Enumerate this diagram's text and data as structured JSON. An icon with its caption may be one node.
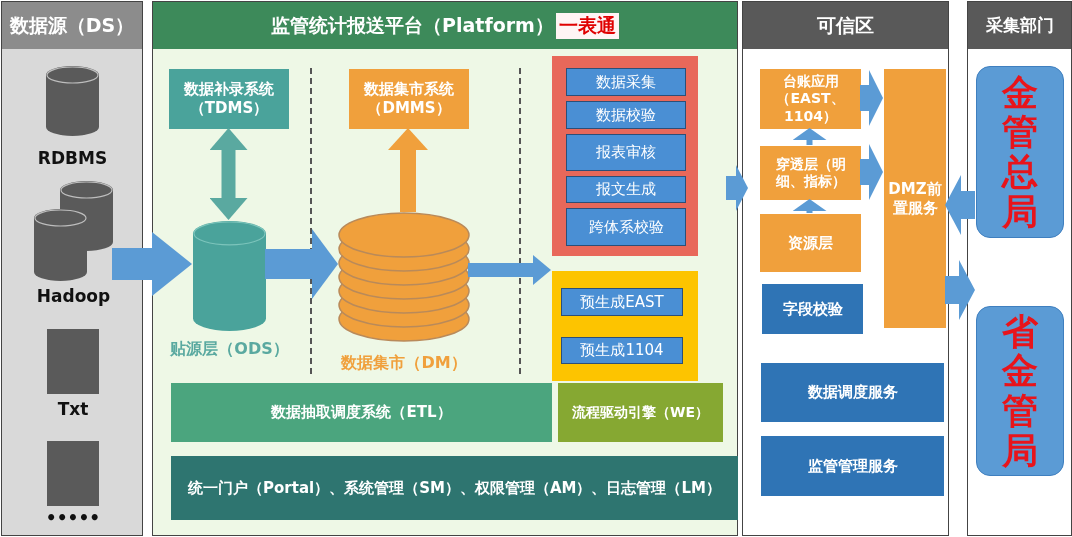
{
  "diagram": {
    "nodes": [
      {
        "text": [
          "数据源（DS）"
        ]
      },
      {
        "text": [
          "RDBMS"
        ],
        "in": 0
      },
      {
        "text": [
          "Hadoop"
        ],
        "in": 0
      },
      {
        "text": [
          "Txt"
        ],
        "in": 0
      },
      {
        "text": [
          "•••••"
        ],
        "in": 0
      },
      {
        "text": [
          "监管统计报送平台（Platform）",
          "一表通"
        ]
      },
      {
        "text": [
          "数据补录系统（TDMS）"
        ],
        "in": 5
      },
      {
        "text": [
          "贴源层（ODS）"
        ],
        "in": 5
      },
      {
        "text": [
          "数据集市系统（DMMS）"
        ],
        "in": 5
      },
      {
        "text": [
          "数据集市（DM）"
        ],
        "in": 5
      },
      {
        "text": [],
        "shape": "box",
        "in": 5
      },
      {
        "text": [
          "数据采集"
        ],
        "in": 10
      },
      {
        "text": [
          "数据校验"
        ],
        "in": 10
      },
      {
        "text": [
          "报表审核"
        ],
        "in": 10
      },
      {
        "text": [
          "报文生成"
        ],
        "in": 10
      },
      {
        "text": [
          "跨体系校验"
        ],
        "in": 10
      },
      {
        "text": [],
        "shape": "box",
        "in": 5
      },
      {
        "text": [
          "预生成EAST"
        ],
        "in": 16
      },
      {
        "text": [
          "预生成1104"
        ],
        "in": 16
      },
      {
        "text": [
          "数据抽取调度系统（ETL）"
        ],
        "in": 5
      },
      {
        "text": [
          "流程驱动引擎（WE）"
        ],
        "in": 5
      },
      {
        "text": [
          "统一门户（Portal）、系统管理（SM）、权限管理（AM）、日志管理（LM）"
        ],
        "in": 5
      },
      {
        "text": [
          "可信区"
        ]
      },
      {
        "text": [
          "台账应用（EAST、1104）"
        ],
        "in": 22
      },
      {
        "text": [
          "穿透层（明细、指标）"
        ],
        "in": 22
      },
      {
        "text": [
          "资源层"
        ],
        "in": 22
      },
      {
        "text": [
          "字段校验"
        ],
        "in": 22
      },
      {
        "text": [
          "DMZ前置服务"
        ],
        "in": 22
      },
      {
        "text": [
          "数据调度服务"
        ],
        "in": 22
      },
      {
        "text": [
          "监管管理服务"
        ],
        "in": 22
      },
      {
        "text": [
          "采集部门"
        ]
      },
      {
        "text": [
          "金管总局"
        ],
        "in": 30
      },
      {
        "text": [
          "省金管局"
        ],
        "in": 30
      }
    ],
    "edges": [
      {
        "from": 2,
        "to": 7,
        "arrow": "to"
      },
      {
        "from": 6,
        "to": 7,
        "arrow": "both",
        "color": "#5aa9a0"
      },
      {
        "from": 7,
        "to": 9,
        "arrow": "to"
      },
      {
        "from": 9,
        "to": 8,
        "arrow": "to",
        "color": "#f0a03c"
      },
      {
        "from": 9,
        "to": 16,
        "arrow": "to"
      },
      {
        "from": 5,
        "to": 22,
        "arrow": "to"
      },
      {
        "from": 25,
        "to": 24,
        "arrow": "to"
      },
      {
        "from": 24,
        "to": 23,
        "arrow": "to"
      },
      {
        "from": 23,
        "to": 27,
        "arrow": "to"
      },
      {
        "from": 24,
        "to": 27,
        "arrow": "to"
      },
      {
        "from": 31,
        "to": 27,
        "arrow": "to"
      },
      {
        "from": 27,
        "to": 32,
        "arrow": "to"
      }
    ]
  }
}
